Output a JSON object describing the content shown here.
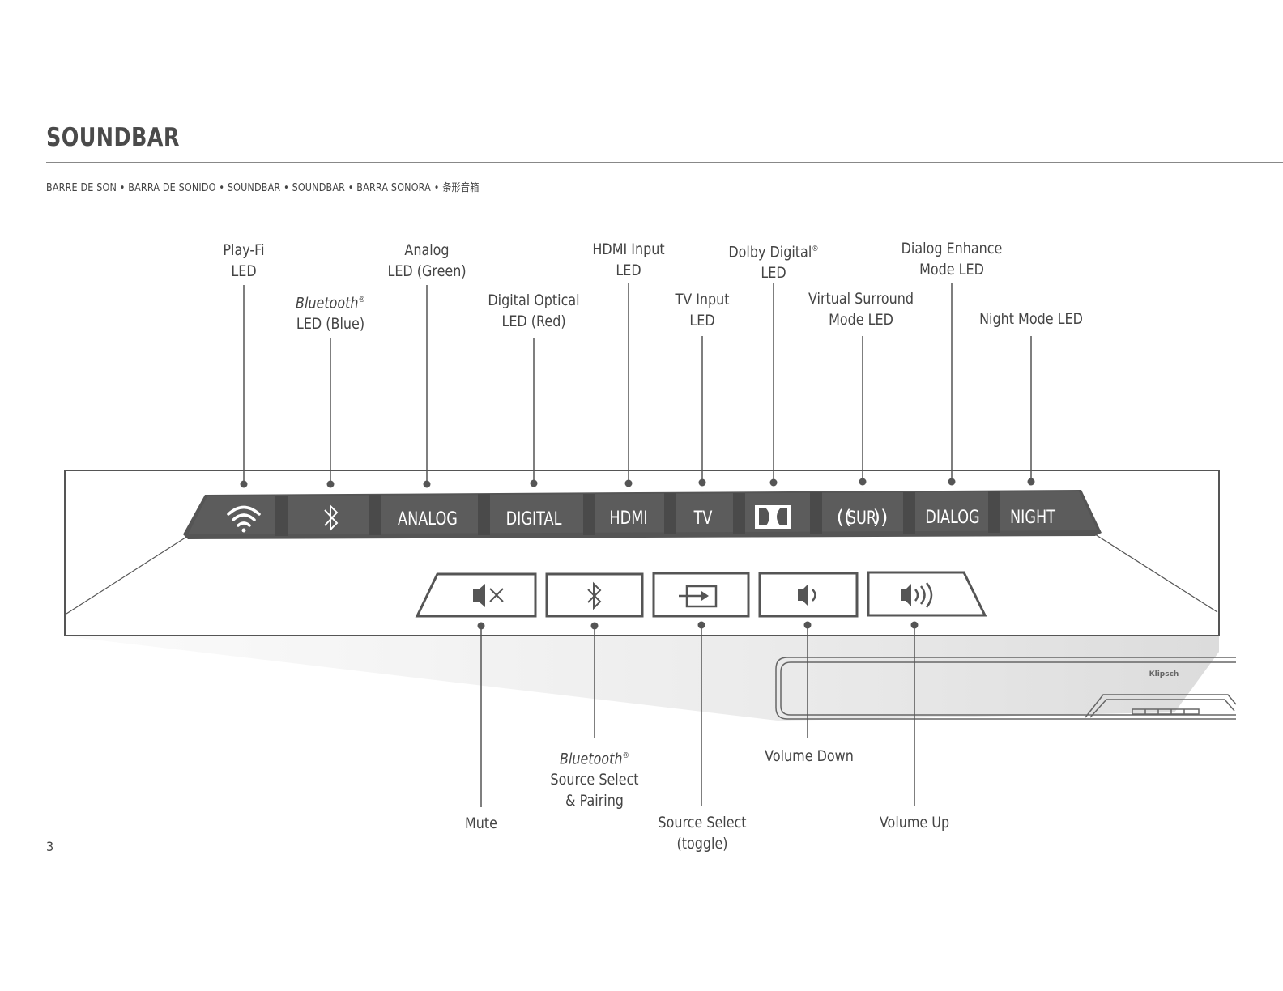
{
  "header": {
    "title": "SOUNDBAR",
    "subtitle": "BARRE DE SON • BARRA DE SONIDO • SOUNDBAR • SOUNDBAR • BARRA SONORA • 条形音箱"
  },
  "page_number": "3",
  "led_panel": {
    "segments": [
      {
        "id": "wifi",
        "icon": "wifi-icon"
      },
      {
        "id": "bluetooth",
        "icon": "bluetooth-icon"
      },
      {
        "id": "analog",
        "text": "ANALOG"
      },
      {
        "id": "digital",
        "text": "DIGITAL"
      },
      {
        "id": "hdmi",
        "text": "HDMI"
      },
      {
        "id": "tv",
        "text": "TV"
      },
      {
        "id": "dolby",
        "icon": "dolby-icon"
      },
      {
        "id": "sur",
        "text": "SUR"
      },
      {
        "id": "dialog",
        "text": "DIALOG"
      },
      {
        "id": "night",
        "text": "NIGHT"
      }
    ]
  },
  "buttons": [
    {
      "id": "mute",
      "icon": "mute-icon"
    },
    {
      "id": "bluetooth",
      "icon": "bluetooth-icon"
    },
    {
      "id": "source",
      "icon": "source-input-icon"
    },
    {
      "id": "vol-down",
      "icon": "volume-down-icon"
    },
    {
      "id": "vol-up",
      "icon": "volume-up-icon"
    }
  ],
  "brand": "Klipsch",
  "labels": {
    "playfi": {
      "line1": "Play-Fi",
      "line2": "LED"
    },
    "bluetooth_led": {
      "line1_italic": "Bluetooth",
      "line1_mark": "®",
      "line2": "LED (Blue)"
    },
    "analog": {
      "line1": "Analog",
      "line2": "LED (Green)"
    },
    "digital": {
      "line1": "Digital Optical",
      "line2": "LED (Red)"
    },
    "hdmi": {
      "line1": "HDMI Input",
      "line2": "LED"
    },
    "tv": {
      "line1": "TV Input",
      "line2": "LED"
    },
    "dolby": {
      "line1": "Dolby Digital",
      "line1_mark": "®",
      "line2": "LED"
    },
    "virtual": {
      "line1": "Virtual Surround",
      "line2": "Mode LED"
    },
    "dialog": {
      "line1": "Dialog Enhance",
      "line2": "Mode LED"
    },
    "night": {
      "line1": "Night Mode LED"
    },
    "mute": {
      "line1": "Mute"
    },
    "bt_select": {
      "line1_italic": "Bluetooth",
      "line1_mark": "®",
      "line2": "Source Select",
      "line3": "& Pairing"
    },
    "source_select": {
      "line1": "Source Select",
      "line2": "(toggle)"
    },
    "vol_down": {
      "line1": "Volume Down"
    },
    "vol_up": {
      "line1": "Volume Up"
    }
  }
}
